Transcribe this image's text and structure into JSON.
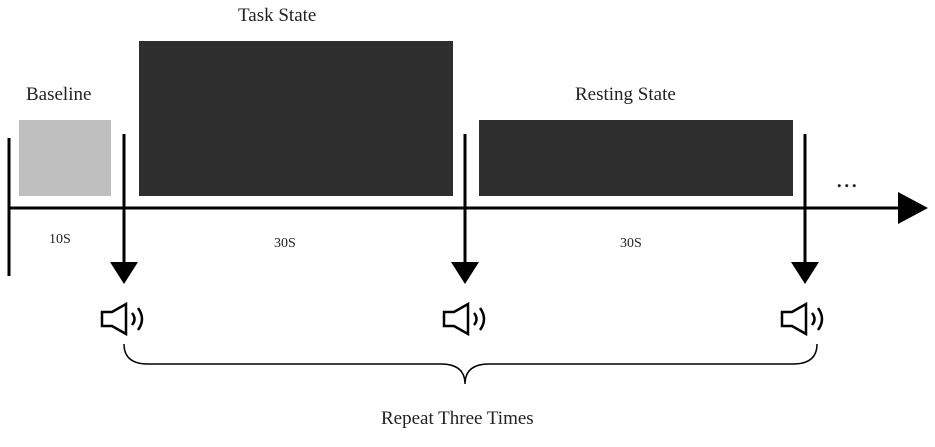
{
  "colors": {
    "baseline_block": "#bfbfbf",
    "phase_block": "#2e2e2e",
    "line": "#000000",
    "text": "#222222"
  },
  "phases": [
    {
      "title": "Baseline",
      "duration": "10S"
    },
    {
      "title": "Task State",
      "duration": "30S"
    },
    {
      "title": "Resting State",
      "duration": "30S"
    }
  ],
  "timeline": {
    "continuation": "...",
    "direction": "right"
  },
  "cues": [
    {
      "icon": "speaker-icon"
    },
    {
      "icon": "speaker-icon"
    },
    {
      "icon": "speaker-icon"
    }
  ],
  "repeat_label": "Repeat Three Times"
}
